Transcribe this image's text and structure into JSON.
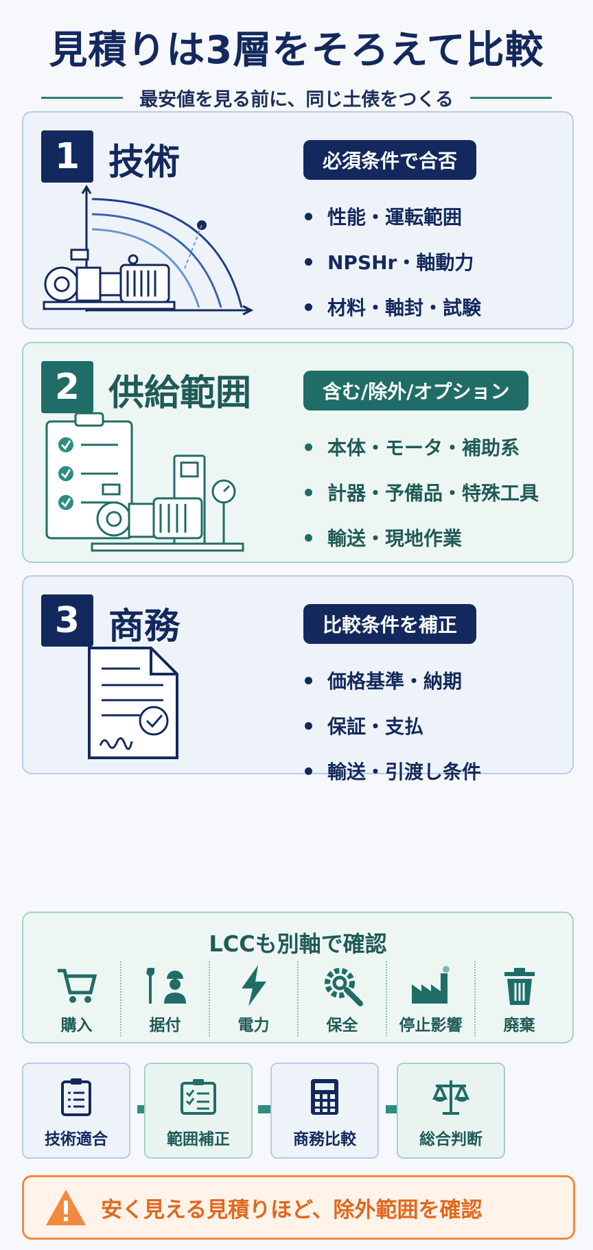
{
  "title": "見積りは3層をそろえて比較",
  "subtitle": "最安値を見る前に、同じ土俵をつくる",
  "sections": [
    {
      "number": "1",
      "heading": "技術",
      "pill": "必須条件で合否",
      "bullets": [
        "性能・運転範囲",
        "NPSHr・軸動力",
        "材料・軸封・試験"
      ],
      "icon": "pump-curve-icon"
    },
    {
      "number": "2",
      "heading": "供給範囲",
      "pill": "含む/除外/オプション",
      "bullets": [
        "本体・モータ・補助系",
        "計器・予備品・特殊工具",
        "輸送・現地作業"
      ],
      "icon": "checklist-pump-icon"
    },
    {
      "number": "3",
      "heading": "商務",
      "pill": "比較条件を補正",
      "bullets": [
        "価格基準・納期",
        "保証・支払",
        "輸送・引渡し条件"
      ],
      "icon": "signed-document-icon"
    }
  ],
  "lcc": {
    "title": "LCCも別軸で確認",
    "items": [
      {
        "label": "購入",
        "icon": "cart-icon"
      },
      {
        "label": "据付",
        "icon": "worker-tools-icon"
      },
      {
        "label": "電力",
        "icon": "lightning-icon"
      },
      {
        "label": "保全",
        "icon": "gear-wrench-icon"
      },
      {
        "label": "停止影響",
        "icon": "factory-icon"
      },
      {
        "label": "廃棄",
        "icon": "trash-icon"
      }
    ]
  },
  "flow": [
    {
      "label": "技術適合",
      "icon": "clipboard-icon"
    },
    {
      "label": "範囲補正",
      "icon": "checklist-icon"
    },
    {
      "label": "商務比較",
      "icon": "calculator-icon"
    },
    {
      "label": "総合判断",
      "icon": "scale-icon"
    }
  ],
  "warning": {
    "text": "安く見える見積りほど、除外範囲を確認",
    "icon": "warning-icon"
  },
  "colors": {
    "navy": "#13295d",
    "teal": "#1f6d66",
    "orange": "#f08a3e"
  }
}
